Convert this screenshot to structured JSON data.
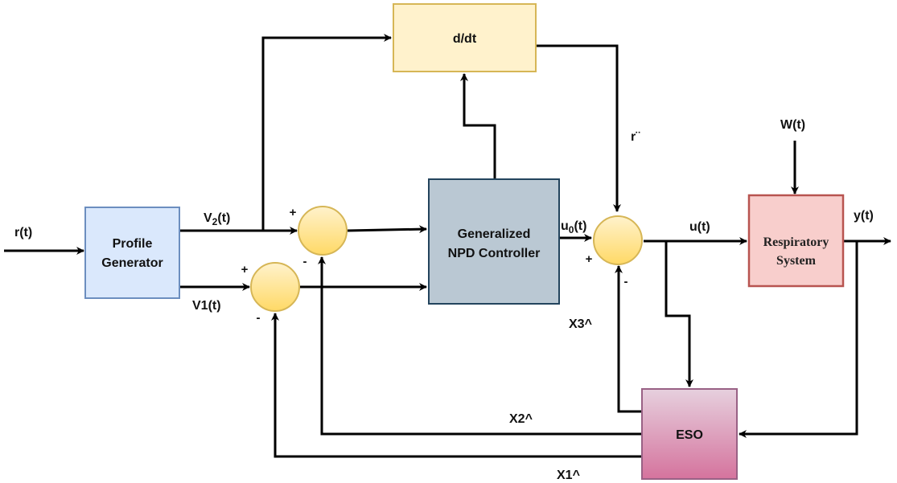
{
  "diagram": {
    "blocks": {
      "profile_generator": {
        "line1": "Profile",
        "line2": "Generator",
        "fill": "#dae8fc",
        "stroke": "#6c8ebf"
      },
      "differentiator": {
        "label": "d/dt",
        "fill": "#fff2cc",
        "stroke": "#d6b656"
      },
      "npd_controller": {
        "line1": "Generalized",
        "line2": "NPD Controller",
        "fill": "#bac8d3",
        "stroke": "#23445d"
      },
      "respiratory_system": {
        "line1": "Respiratory",
        "line2": "System",
        "fill": "#f8cecc",
        "stroke": "#b85450"
      },
      "eso": {
        "label": "ESO",
        "fill_top": "#e6d0de",
        "fill_bottom": "#d5739d",
        "stroke": "#996185"
      }
    },
    "summing_junction": {
      "fill_top": "#fff2cc",
      "fill_bottom": "#ffd966",
      "stroke": "#d6b656"
    },
    "signals": {
      "r": "r(t)",
      "v2_base": "V",
      "v2_sub": "2",
      "v2_tail": "(t)",
      "v1": "V1(t)",
      "u0_base": "u",
      "u0_sub": "0",
      "u0_tail": "(t)",
      "r_ddot": "r¨",
      "u": "u(t)",
      "w": "W(t)",
      "y": "y(t)",
      "x1": "X1^",
      "x2": "X2^",
      "x3": "X3^"
    },
    "signs": {
      "sum1_plus": "+",
      "sum1_minus": "-",
      "sum2_plus": "+",
      "sum2_minus": "-",
      "sum3_plus": "+",
      "sum3_minus": "-"
    }
  }
}
